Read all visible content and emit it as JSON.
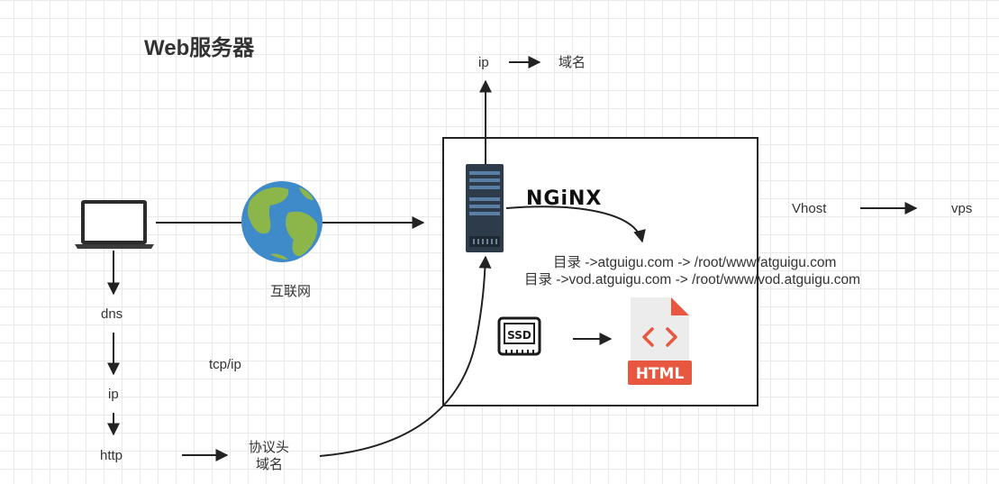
{
  "title": "Web服务器",
  "labels": {
    "ip_top": "ip",
    "domain_top": "域名",
    "vhost": "Vhost",
    "vps": "vps",
    "internet": "互联网",
    "dns": "dns",
    "tcpip": "tcp/ip",
    "ip_left": "ip",
    "http": "http",
    "protocol_header": "协议头",
    "domain_bottom": "域名"
  },
  "nginx": "NGiNX",
  "directories": [
    "目录 ->atguigu.com -> /root/www/atguigu.com",
    "目录 ->vod.atguigu.com -> /root/www/vod.atguigu.com"
  ],
  "ssd_label": "SSD",
  "html_label": "HTML",
  "icons": {
    "laptop": "laptop-icon",
    "globe": "globe-icon",
    "server": "server-rack-icon",
    "ssd": "ssd-icon",
    "html": "html-file-icon"
  },
  "colors": {
    "globe_ocean": "#3f8bc9",
    "globe_land": "#8cb54a",
    "server": "#2e3b4a",
    "html_orange": "#e8573f",
    "line": "#222222"
  }
}
